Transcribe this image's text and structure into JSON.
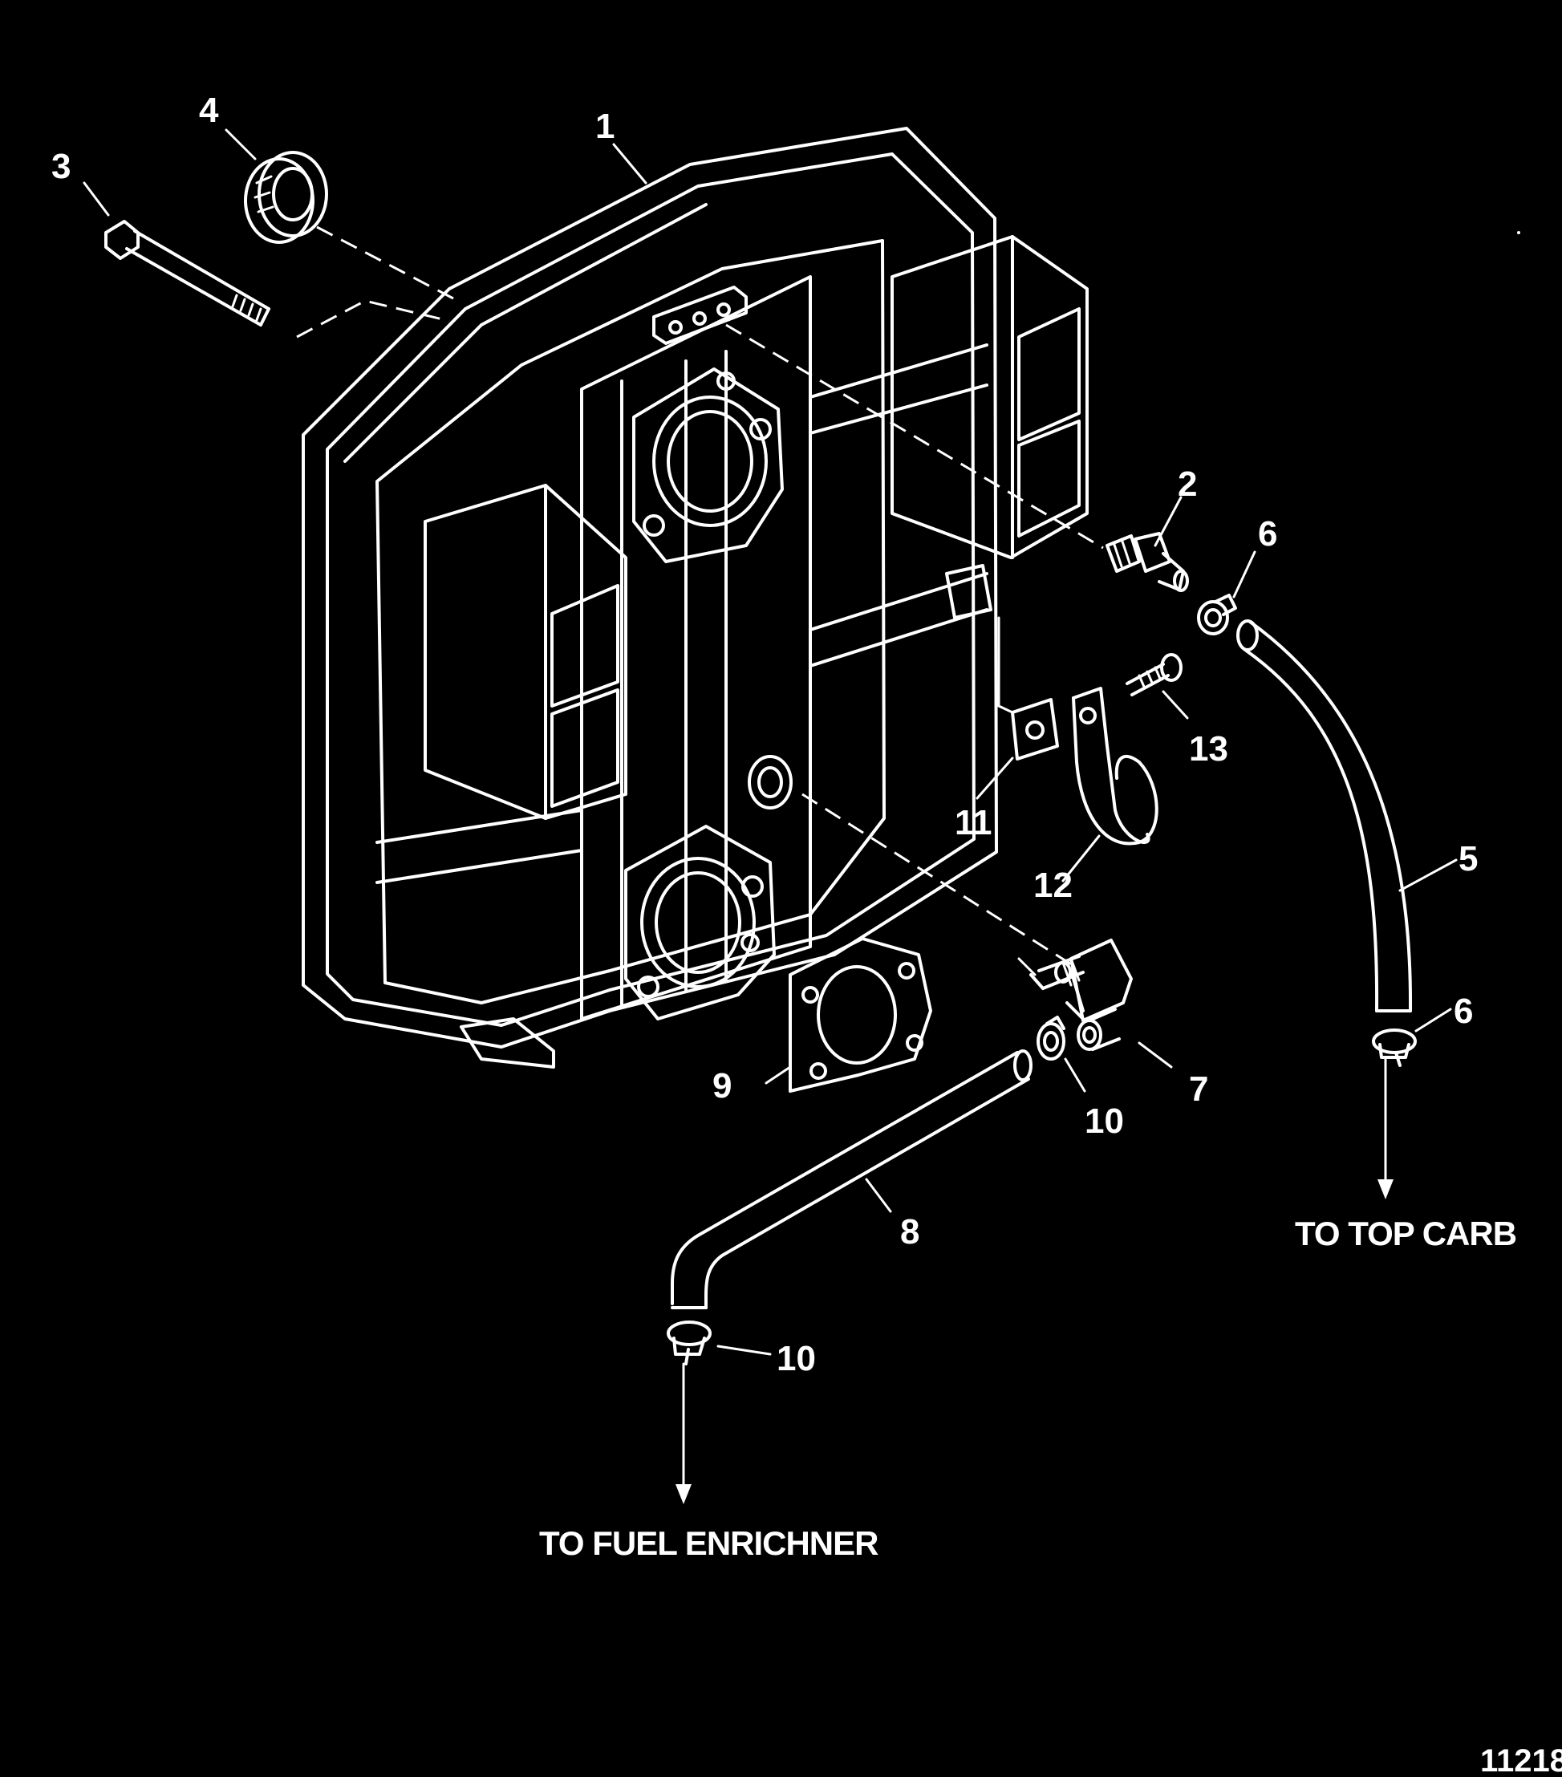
{
  "parts": [
    {
      "number": "1"
    },
    {
      "number": "2"
    },
    {
      "number": "3"
    },
    {
      "number": "4"
    },
    {
      "number": "5"
    },
    {
      "number": "6"
    },
    {
      "number": "6"
    },
    {
      "number": "7"
    },
    {
      "number": "8"
    },
    {
      "number": "9"
    },
    {
      "number": "10"
    },
    {
      "number": "10"
    },
    {
      "number": "11"
    },
    {
      "number": "12"
    },
    {
      "number": "13"
    }
  ],
  "destinations": {
    "top_carb": "TO TOP CARB",
    "fuel_enrichner": "TO FUEL ENRICHNER"
  },
  "figure_number": "11218",
  "colors": {
    "background": "#000000",
    "linework": "#ffffff"
  }
}
